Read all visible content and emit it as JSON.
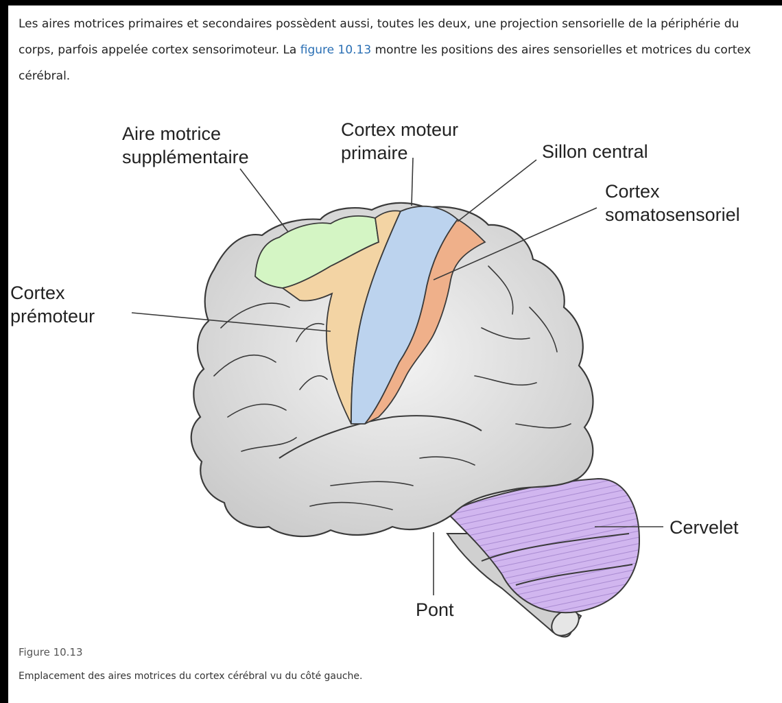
{
  "paragraph": {
    "text_before": "Les aires motrices primaires et secondaires possèdent aussi, toutes les deux, une projection sensorielle de la périphérie du corps, parfois appelée cortex sensorimoteur. La ",
    "link": "figure 10.13",
    "text_after": " montre les positions des aires sensorielles et motrices du cortex cérébral."
  },
  "figure": {
    "labels": {
      "supplementary_motor_line1": "Aire motrice",
      "supplementary_motor_line2": "supplémentaire",
      "primary_motor_line1": "Cortex moteur",
      "primary_motor_line2": "primaire",
      "central_sulcus": "Sillon central",
      "somatosensory_line1": "Cortex",
      "somatosensory_line2": "somatosensoriel",
      "premotor_line1": "Cortex",
      "premotor_line2": "prémoteur",
      "cerebellum": "Cervelet",
      "pons": "Pont"
    },
    "colors": {
      "brain": "#d9d9d9",
      "supplementary_motor": "#d4f5c4",
      "premotor": "#f3d4a4",
      "primary_motor": "#bcd3ee",
      "somatosensory": "#efb08a",
      "cerebellum": "#d1b6ef",
      "outline": "#3a3a3a",
      "link": "#2a6fb4"
    }
  },
  "caption": {
    "label": "Figure 10.13",
    "text": "Emplacement des aires motrices du cortex cérébral vu du côté gauche."
  }
}
